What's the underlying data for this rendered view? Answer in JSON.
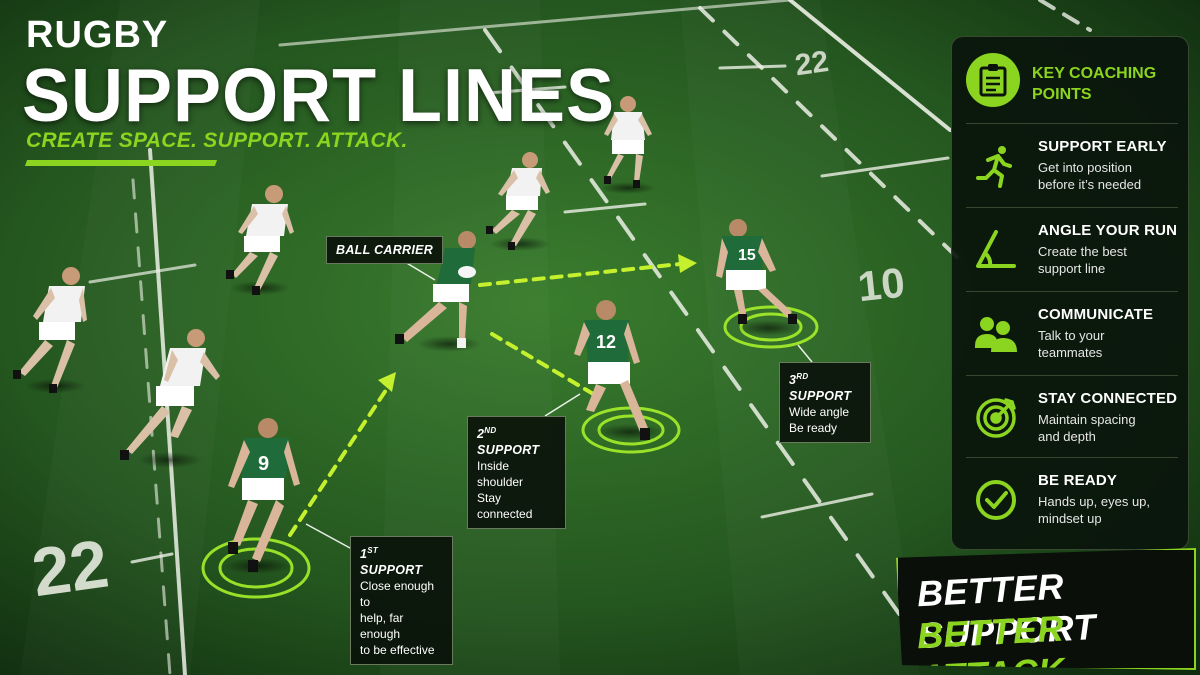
{
  "title": {
    "line1": "RUGBY",
    "line2": "SUPPORT LINES",
    "tagline": "CREATE SPACE. SUPPORT. ATTACK."
  },
  "field": {
    "marking_22_top": "22",
    "marking_10": "10",
    "marking_22_bottom": "22"
  },
  "players": {
    "green_numbers": [
      "9",
      "12",
      "15"
    ]
  },
  "labels": {
    "ball_carrier": "BALL CARRIER",
    "support1": {
      "ordinal": "1",
      "suffix": "ST",
      "word": "SUPPORT",
      "line1": "Close enough to",
      "line2": "help, far enough",
      "line3": "to be effective"
    },
    "support2": {
      "ordinal": "2",
      "suffix": "ND",
      "word": "SUPPORT",
      "line1": "Inside shoulder",
      "line2": "Stay connected"
    },
    "support3": {
      "ordinal": "3",
      "suffix": "RD",
      "word": "SUPPORT",
      "line1": "Wide angle",
      "line2": "Be ready"
    }
  },
  "panel": {
    "heading_line1": "KEY COACHING",
    "heading_line2": "POINTS",
    "heading_icon": "clipboard-icon",
    "items": [
      {
        "title": "SUPPORT EARLY",
        "line1": "Get into position",
        "line2": "before it’s needed",
        "icon": "running-person-icon"
      },
      {
        "title": "ANGLE YOUR RUN",
        "line1": "Create the best",
        "line2": "support line",
        "icon": "angle-icon"
      },
      {
        "title": "COMMUNICATE",
        "line1": "Talk to your",
        "line2": "teammates",
        "icon": "people-icon"
      },
      {
        "title": "STAY CONNECTED",
        "line1": "Maintain spacing",
        "line2": "and depth",
        "icon": "target-icon"
      },
      {
        "title": "BE READY",
        "line1": "Hands up, eyes up,",
        "line2": "mindset up",
        "icon": "check-circle-icon"
      }
    ]
  },
  "slogan": {
    "line1": "BETTER SUPPORT",
    "line2": "BETTER ATTACK"
  },
  "colors": {
    "accent": "#8bd41f",
    "grass_dark": "#1d4a1a",
    "grass_light": "#2f6e27",
    "green_jersey": "#1f6b3a",
    "white_jersey": "#f2f2f2",
    "panel_bg": "#0a140c"
  }
}
